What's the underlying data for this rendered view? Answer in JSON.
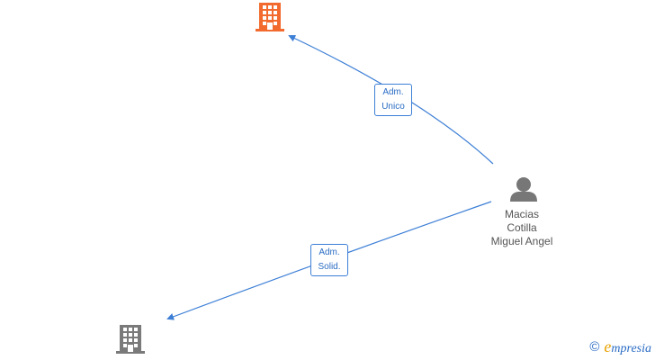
{
  "colors": {
    "edge": "#3d7fd6",
    "company_active": "#f26a2e",
    "company_inactive": "#7a7a7a",
    "person": "#777777",
    "brand_blue": "#2a6cc4",
    "brand_orange": "#e8a200"
  },
  "nodes": {
    "company_top": {
      "icon": "building-icon",
      "color_key": "company_active"
    },
    "company_bottom": {
      "icon": "building-icon",
      "color_key": "company_inactive"
    },
    "person": {
      "icon": "person-icon",
      "name_lines": [
        "Macias",
        "Cotilla",
        "Miguel Angel"
      ]
    }
  },
  "edges": {
    "to_top": {
      "label_lines": [
        "Adm.",
        "Unico"
      ]
    },
    "to_bottom": {
      "label_lines": [
        "Adm.",
        "Solid."
      ]
    }
  },
  "brand": {
    "copyright": "©",
    "first_letter": "e",
    "rest": "mpresia"
  }
}
